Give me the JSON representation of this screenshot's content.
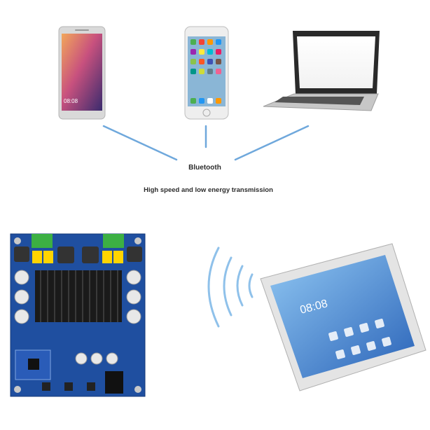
{
  "labels": {
    "bluetooth": "Bluetooth",
    "tagline": "High speed and low energy transmission"
  },
  "phone_left": {
    "clock": "08:08"
  },
  "phone_bottom": {
    "clock": "08:08"
  },
  "colors": {
    "link_line": "#6fa8dc",
    "board": "#1f4fa0",
    "heatsink": "#1a1a1a",
    "terminal": "#3cb043",
    "screen_blue": "#4a8fd8"
  }
}
